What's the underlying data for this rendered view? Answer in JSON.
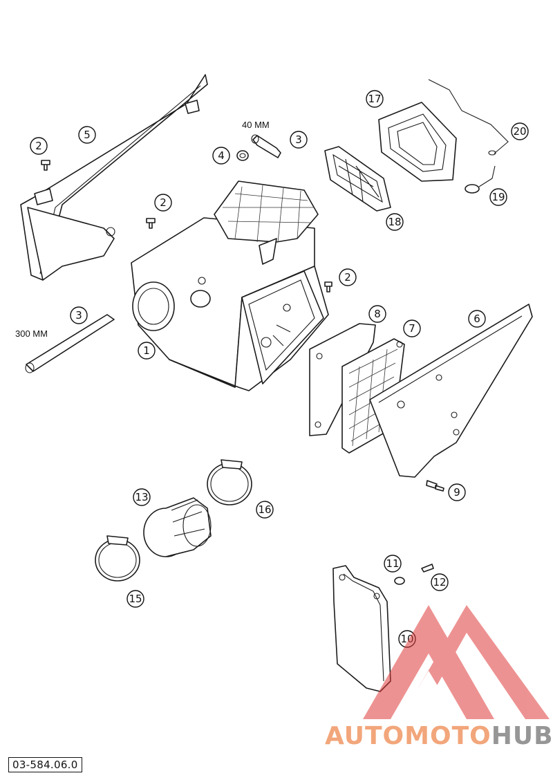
{
  "callouts": [
    "1",
    "2",
    "3",
    "4",
    "5",
    "6",
    "7",
    "8",
    "9",
    "10",
    "11",
    "12",
    "13",
    "15",
    "16",
    "17",
    "18",
    "19",
    "20"
  ],
  "dimensions": {
    "hose_short": "40 MM",
    "hose_long": "300 MM"
  },
  "part_number": "03-584.06.0",
  "watermark": {
    "part1": "AUTOMOTO",
    "part2": "HUB",
    "color_red": "#e03a3a",
    "color_orange": "#f0a070"
  }
}
